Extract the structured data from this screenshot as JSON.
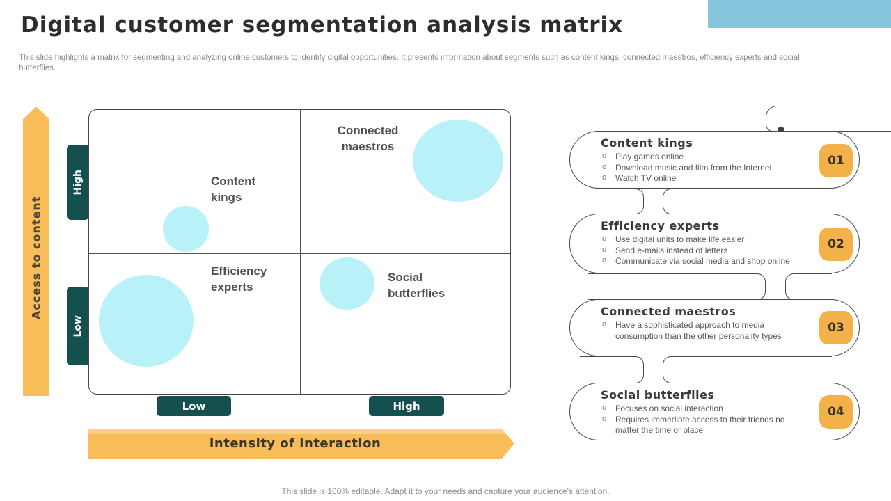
{
  "slide": {
    "title": "Digital customer segmentation analysis matrix",
    "subtitle": "This slide highlights a matrix for segmenting and analyzing online customers to identify digital opportunities. It presents information about segments such as content kings, connected maestros, efficiency experts and social butterflies.",
    "footer": "This slide is 100% editable. Adapt it to your needs and capture your audience's attention."
  },
  "matrix": {
    "y_axis": {
      "label": "Access to content",
      "high_label": "High",
      "low_label": "Low"
    },
    "x_axis": {
      "label": "Intensity of interaction",
      "low_label": "Low",
      "high_label": "High"
    },
    "quadrants": [
      {
        "label": "Content kings",
        "position": "top-left",
        "bubble_size": "small"
      },
      {
        "label": "Connected maestros",
        "position": "top-right",
        "bubble_size": "large"
      },
      {
        "label": "Efficiency experts",
        "position": "bottom-left",
        "bubble_size": "large"
      },
      {
        "label": "Social butterflies",
        "position": "bottom-right",
        "bubble_size": "small"
      }
    ]
  },
  "segments": [
    {
      "number": "01",
      "title": "Content kings",
      "bullets": [
        "Play games online",
        "Download music and film from the Internet",
        "Watch TV online"
      ]
    },
    {
      "number": "02",
      "title": "Efficiency experts",
      "bullets": [
        "Use digital units to make life easier",
        "Send e-mails instead of letters",
        "Communicate via social media and shop online"
      ]
    },
    {
      "number": "03",
      "title": "Connected maestros",
      "bullets": [
        "Have a sophisticated approach to media consumption than the other personality types"
      ]
    },
    {
      "number": "04",
      "title": "Social butterflies",
      "bullets": [
        "Focuses on social interaction",
        "Requires immediate access to their friends no matter the time or place"
      ]
    }
  ],
  "colors": {
    "accent_blue": "#85c6dc",
    "accent_orange": "#f8bd58",
    "badge_orange": "#f3b14a",
    "teal": "#14504e",
    "bubble_cyan": "#b9f1f8",
    "outline": "#4a4a4a"
  }
}
